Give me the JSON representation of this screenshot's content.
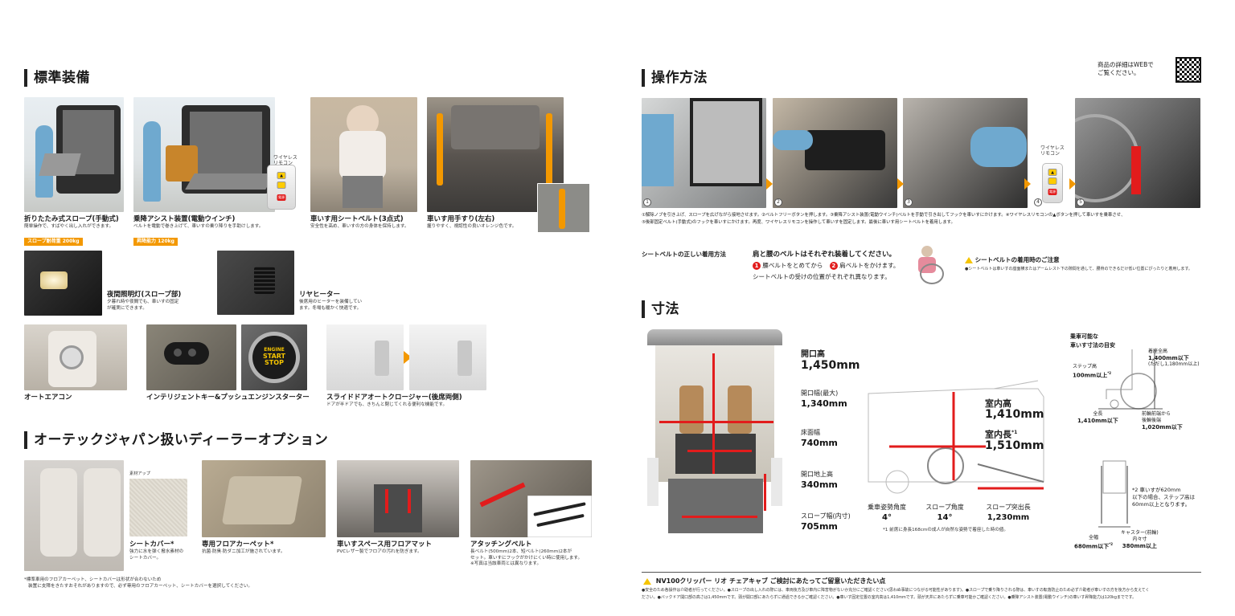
{
  "left": {
    "standard": {
      "title": "標準装備",
      "items": [
        {
          "title": "折りたたみ式スロープ(手動式)",
          "desc": "簡単操作で、すばやく出し入れができます。",
          "tag": "スロープ耐荷重 200kg"
        },
        {
          "title": "乗降アシスト装置(電動ウインチ)",
          "desc": "ベルトを電動で巻き上げて、車いすの乗り降りを手助けします。",
          "tag": "昇降能力 120kg"
        },
        {
          "title": "車いす用シートベルト(3点式)",
          "desc": "安全性を高め、車いすの方の身体を保持します。"
        },
        {
          "title": "車いす用手すり(左右)",
          "desc": "握りやすく、視認性の良いオレンジ色です。"
        }
      ],
      "remote_label_1": "ワイヤレス",
      "remote_label_2": "リモコン",
      "remote_btn": "▲",
      "remote_btn2": "電源",
      "items2": [
        {
          "title": "夜間照明灯(スロープ部)",
          "desc1": "夕暮れ時や夜間でも、車いすの固定",
          "desc2": "が確実にできます。"
        },
        {
          "title": "リヤヒーター",
          "desc1": "後席用のヒーターを装備してい",
          "desc2": "ます。冬場も暖かく快適です。"
        }
      ],
      "items3": [
        {
          "title": "オートエアコン"
        },
        {
          "title": "インテリジェントキー&プッシュエンジンスターター"
        },
        {
          "title": "スライドドアオートクロージャー(後席両側)",
          "desc": "ドアが半ドアでも、きちんと閉じてくれる便利な機能です。"
        }
      ],
      "engine_btn_1": "ENGINE",
      "engine_btn_2": "START",
      "engine_btn_3": "STOP"
    },
    "options": {
      "title": "オーテックジャパン扱いディーラーオプション",
      "swatch_label": "素材アップ",
      "items": [
        {
          "title": "シートカバー*",
          "desc1": "強力に水を弾く撥水素材の",
          "desc2": "シートカバー。"
        },
        {
          "title": "専用フロアカーペット*",
          "desc1": "抗菌·防臭·防ダニ加工が施されています。",
          "desc2": ""
        },
        {
          "title": "車いすスペース用フロアマット",
          "desc1": "PVCレザー製でフロアの汚れを防ぎます。",
          "desc2": ""
        },
        {
          "title": "アタッチングベルト",
          "desc1": "長ベルト(500mm)2本、短ベルト(260mm)2本が",
          "desc2": "セット。車いすにフックがかけにくい時に使用します。",
          "desc3": "※写真は当該車両とは異なります。"
        }
      ],
      "footnote1": "*標準車用のフロアカーペット、シートカバーは形状が合わないため",
      "footnote2": "装置に支障をきたすおそれがありますので、必ず専用のフロアカーペット、シートカバーを選択してください。"
    }
  },
  "right": {
    "operation": {
      "title": "操作方法",
      "web_text_1": "商品の詳細はWEBで",
      "web_text_2": "ご覧ください。",
      "steps": [
        "1",
        "2",
        "3",
        "4",
        "5"
      ],
      "remote_label_1": "ワイヤレス",
      "remote_label_2": "リモコン",
      "desc1": "①解除ノブを引き上げ、スロープを広げながら接地させます。②ベルトフリーボタンを押します。③乗降アシスト装置(電動ウインチ)ベルトを手動で引き出してフックを車いすにかけます。④ワイヤレスリモコンの▲ボタンを押して車いすを乗車させ、",
      "desc2": "⑤後部固定ベルト(手動式)のフックを車いすにかけます。再度、ワイヤレスリモコンを操作して車いすを固定します。最後に車いす用シートベルトを着用します。",
      "seatbelt_heading": "シートベルトの正しい着用方法",
      "seatbelt_main": "肩と腰のベルトはそれぞれ装着してください。",
      "seatbelt_step1": "1",
      "seatbelt_step1_text": "腰ベルトをとめてから",
      "seatbelt_step2": "2",
      "seatbelt_step2_text": "肩ベルトをかけます。",
      "seatbelt_sub": "シートベルトの受けの位置がそれぞれ異なります。",
      "caution_title": "シートベルトの着用時のご注意",
      "caution_text": "●シートベルトは車いすの座面横またはアームレスト下の隙間を通して、腰骨のできるだけ低い位置にぴったりと着用します。"
    },
    "dimensions": {
      "title": "寸法",
      "opening_height_label": "開口高",
      "opening_height_value": "1,450mm",
      "opening_width_label": "開口幅(最大)",
      "opening_width_value": "1,340mm",
      "floor_width_label": "床面幅",
      "floor_width_value": "740mm",
      "ground_height_label": "開口地上高",
      "ground_height_value": "340mm",
      "slope_width_label": "スロープ幅(内寸)",
      "slope_width_value": "705mm",
      "interior_height_label": "室内高",
      "interior_height_value": "1,410mm",
      "interior_length_label": "室内長",
      "interior_length_sup": "*1",
      "interior_length_value": "1,510mm",
      "ride_angle_label": "乗車姿勢角度",
      "ride_angle_value": "4°",
      "slope_angle_label": "スロープ角度",
      "slope_angle_value": "14°",
      "slope_length_label": "スロープ突出長",
      "slope_length_value": "1,230mm",
      "note1": "*1 前席に身長168cmの成人が自然な姿勢で着座した時の値。",
      "wheelchair_title_1": "乗車可能な",
      "wheelchair_title_2": "車いす寸法の目安",
      "wc_step_label": "ステップ高",
      "wc_step_value": "100mm以上",
      "wc_step_sup": "*2",
      "wc_height_label": "着座全高",
      "wc_height_value": "1,400mm以下",
      "wc_height_note": "(ただし1,180mm以上)",
      "wc_length_label": "全長",
      "wc_length_value": "1,410mm以下",
      "wc_wheel_label_1": "前輪前端から",
      "wc_wheel_label_2": "後輪後端",
      "wc_wheel_value": "1,020mm以下",
      "wc_note2_1": "*2 車いすが620mm",
      "wc_note2_2": "以下の場合、ステップ高は",
      "wc_note2_3": "60mm以上となります。",
      "wc_width_label": "全幅",
      "wc_width_value": "680mm以下",
      "wc_width_sup": "*2",
      "wc_caster_label_1": "キャスター(前輪)",
      "wc_caster_label_2": "内々寸",
      "wc_caster_value": "380mm以上"
    },
    "notice": {
      "title": "NV100クリッパー リオ チェアキャブ ご検討にあたってご留意いただきたい点",
      "text1": "●安全のため各操作は介助者が行ってください。●スロープの出し入れの際には、車両後方及び車内に障害物がないか充分にご確認ください(思わぬ事故につながる可能性があります)。●スロープで乗り降りされる際は、車いすの転落防止のため必ず介助者が車いすの方を後方から支えてく",
      "text2": "ださい。●バックドア開口部の高さは1,450mmです。頭が開口部にあたらずに通過できるかご確認ください。●車いす固定位置の室内高は1,410mmです。頭が天井にあたらずに乗車可能かご確認ください。●乗降アシスト装置(電動ウインチ)の車いす昇降能力は120kgまでです。"
    }
  },
  "colors": {
    "accent": "#f39800",
    "arrow": "#e21c1c"
  }
}
